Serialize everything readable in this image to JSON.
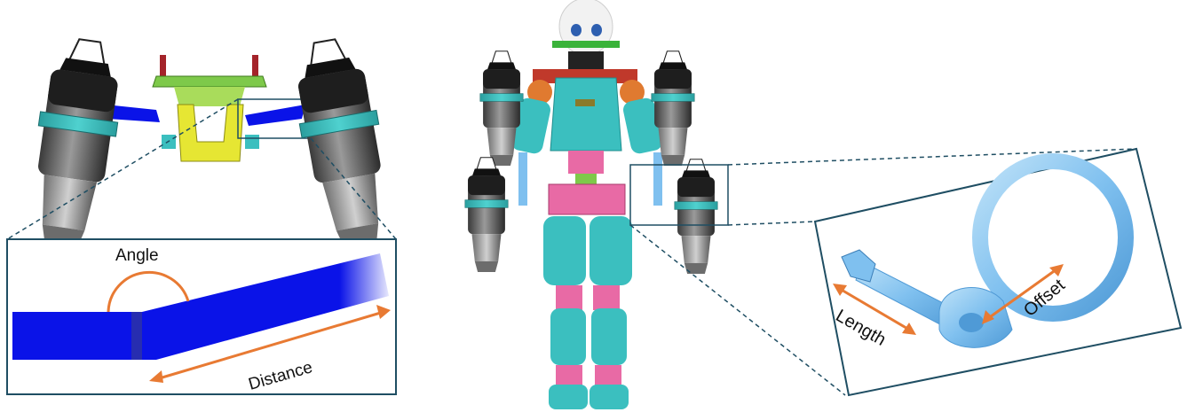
{
  "labels": {
    "angle": "Angle",
    "distance": "Distance",
    "length": "Length",
    "offset": "Offset"
  },
  "colors": {
    "frame": "#1f4e63",
    "arrow": "#e87a33",
    "arm_blue": "#0a13e8",
    "teal": "#3bbfbf",
    "pink": "#e86aa5",
    "bracket_green": "#7ec94a",
    "bracket_yellow": "#e6e633",
    "part_light_blue": "#7fc0ef",
    "engine_dark": "#2a2a2a",
    "engine_grey": "#8c8c8c"
  },
  "icons": [
    "jet-engine-icon",
    "robot-icon",
    "arm-link-part-icon",
    "mount-bracket-icon"
  ]
}
